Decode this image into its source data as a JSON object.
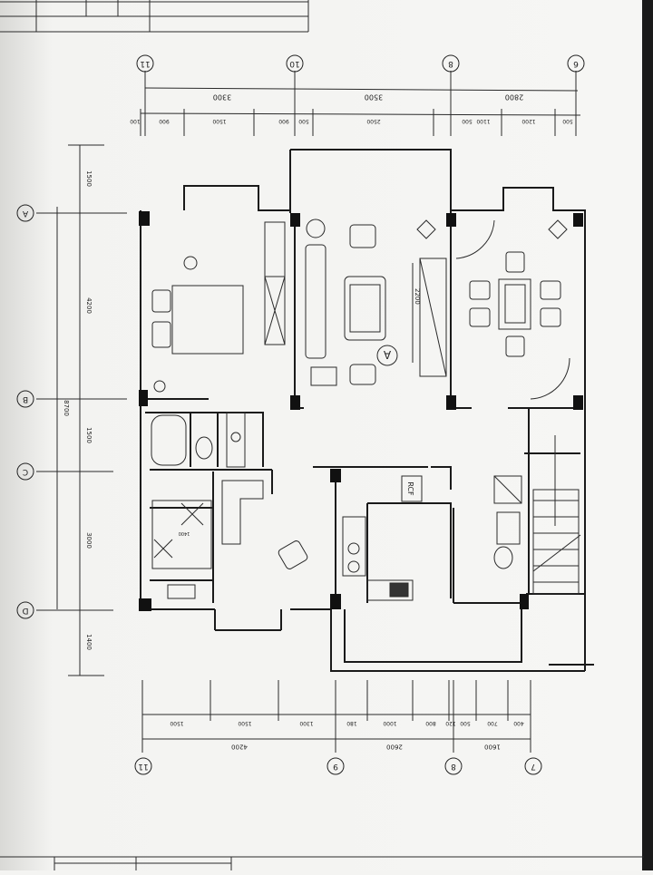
{
  "drawing": {
    "top_axes": [
      "11",
      "10",
      "8",
      "6"
    ],
    "bottom_axes": [
      "11",
      "9",
      "8",
      "7"
    ],
    "left_axes": [
      "A",
      "B",
      "C",
      "D"
    ],
    "top_totals": [
      "3300",
      "3500",
      "2800"
    ],
    "top_segments": [
      "100",
      "900",
      "1500",
      "900",
      "500",
      "2500",
      "500",
      "1100",
      "1200",
      "500"
    ],
    "bottom_segments": [
      "1500",
      "1500",
      "1300",
      "180",
      "1000",
      "800",
      "120",
      "500",
      "700",
      "400"
    ],
    "bottom_totals": [
      "4200",
      "2600",
      "1600"
    ],
    "left_segments": [
      "1500",
      "4200",
      "1500",
      "3000",
      "1400"
    ],
    "left_total": "8700",
    "labels": {
      "view_marker": "A",
      "fridge_label": "RCF",
      "sofa_dim": "2200",
      "bed_dim": "1400"
    }
  }
}
